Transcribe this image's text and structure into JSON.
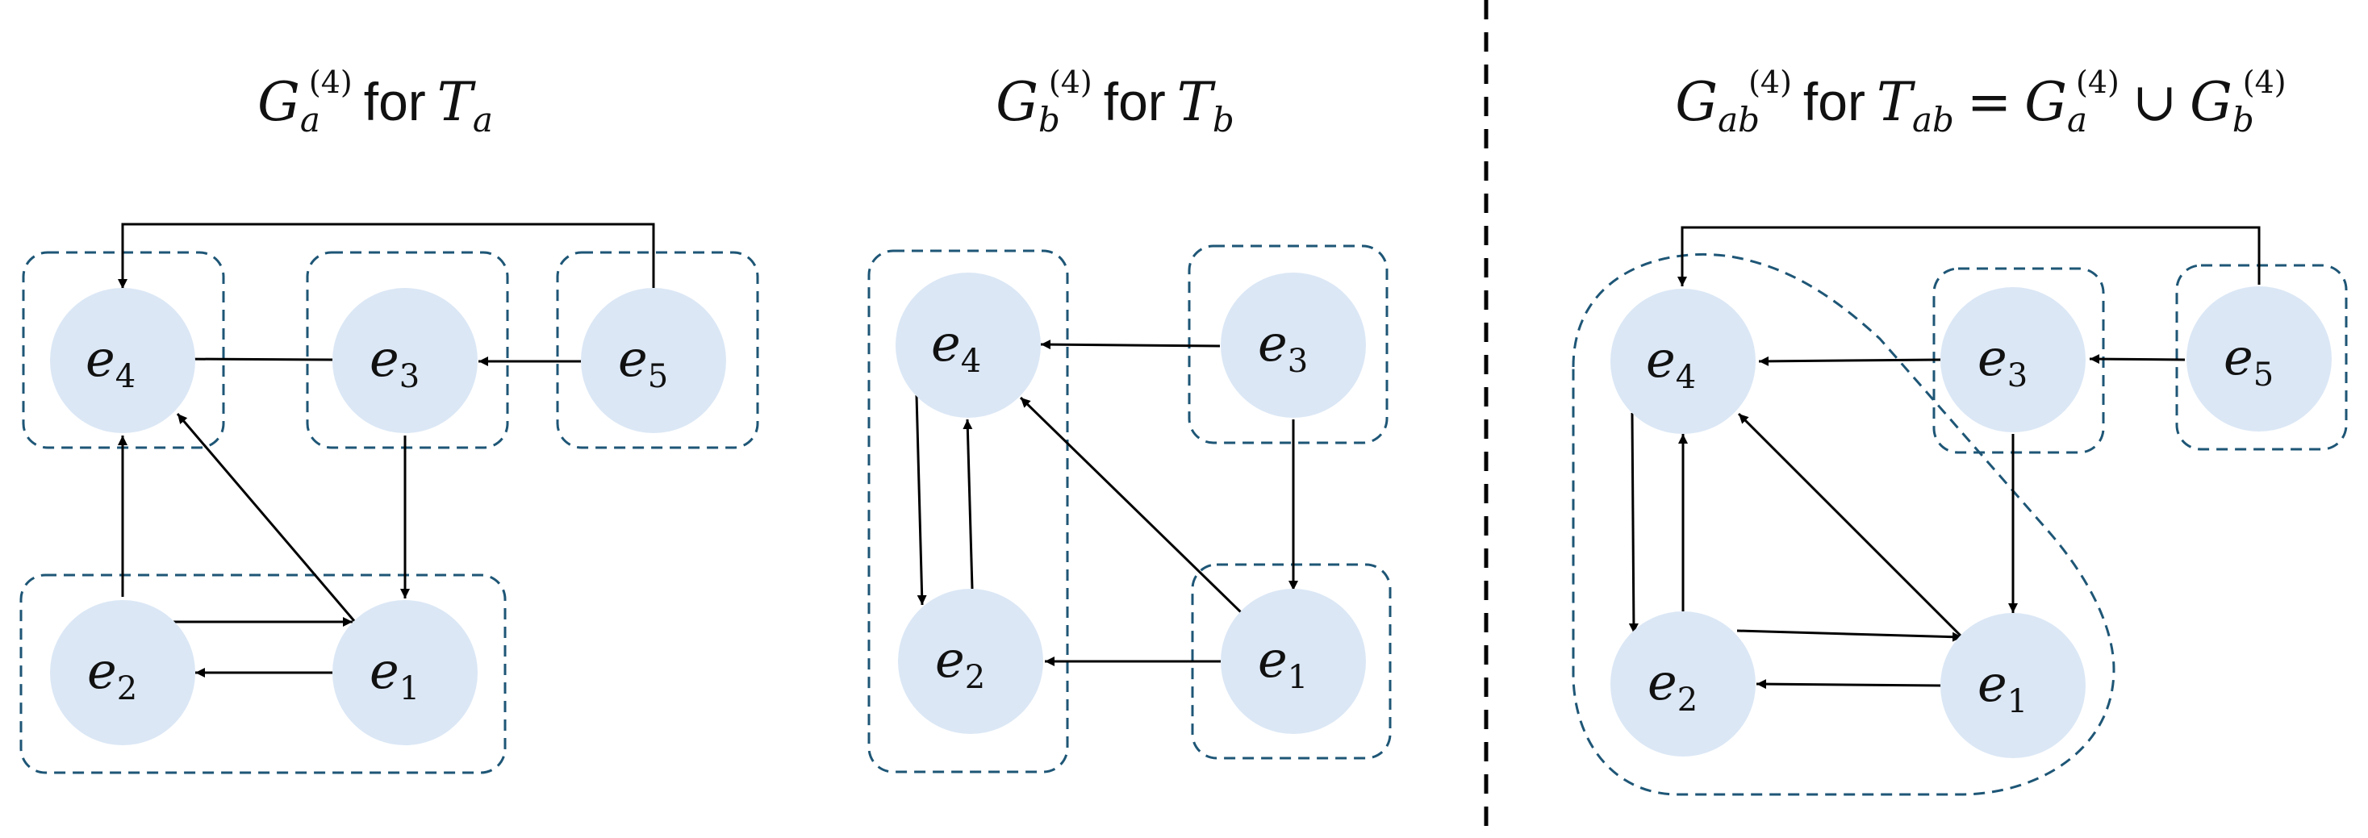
{
  "colors": {
    "node_fill": "#dbe7f5",
    "group_stroke": "#1e5676",
    "edge": "#000000",
    "divider": "#000000"
  },
  "panels": [
    {
      "id": "a",
      "title": {
        "graph": "G",
        "graph_sub": "a",
        "sup": "(4)",
        "word": "for",
        "set": "T",
        "set_sub": "a"
      },
      "nodes": [
        {
          "id": "e4",
          "letter": "e",
          "sub": "4"
        },
        {
          "id": "e3",
          "letter": "e",
          "sub": "3"
        },
        {
          "id": "e5",
          "letter": "e",
          "sub": "5"
        },
        {
          "id": "e2",
          "letter": "e",
          "sub": "2"
        },
        {
          "id": "e1",
          "letter": "e",
          "sub": "1"
        }
      ]
    },
    {
      "id": "b",
      "title": {
        "graph": "G",
        "graph_sub": "b",
        "sup": "(4)",
        "word": "for",
        "set": "T",
        "set_sub": "b"
      },
      "nodes": [
        {
          "id": "e4",
          "letter": "e",
          "sub": "4"
        },
        {
          "id": "e3",
          "letter": "e",
          "sub": "3"
        },
        {
          "id": "e2",
          "letter": "e",
          "sub": "2"
        },
        {
          "id": "e1",
          "letter": "e",
          "sub": "1"
        }
      ]
    },
    {
      "id": "ab",
      "title": {
        "graph": "G",
        "graph_sub": "ab",
        "sup": "(4)",
        "word": "for",
        "set": "T",
        "set_sub": "ab",
        "eq": "=",
        "rhs1": "G",
        "rhs1_sub": "a",
        "rhs1_sup": "(4)",
        "union": "∪",
        "rhs2": "G",
        "rhs2_sub": "b",
        "rhs2_sup": "(4)"
      },
      "nodes": [
        {
          "id": "e4",
          "letter": "e",
          "sub": "4"
        },
        {
          "id": "e3",
          "letter": "e",
          "sub": "3"
        },
        {
          "id": "e5",
          "letter": "e",
          "sub": "5"
        },
        {
          "id": "e2",
          "letter": "e",
          "sub": "2"
        },
        {
          "id": "e1",
          "letter": "e",
          "sub": "1"
        }
      ]
    }
  ]
}
